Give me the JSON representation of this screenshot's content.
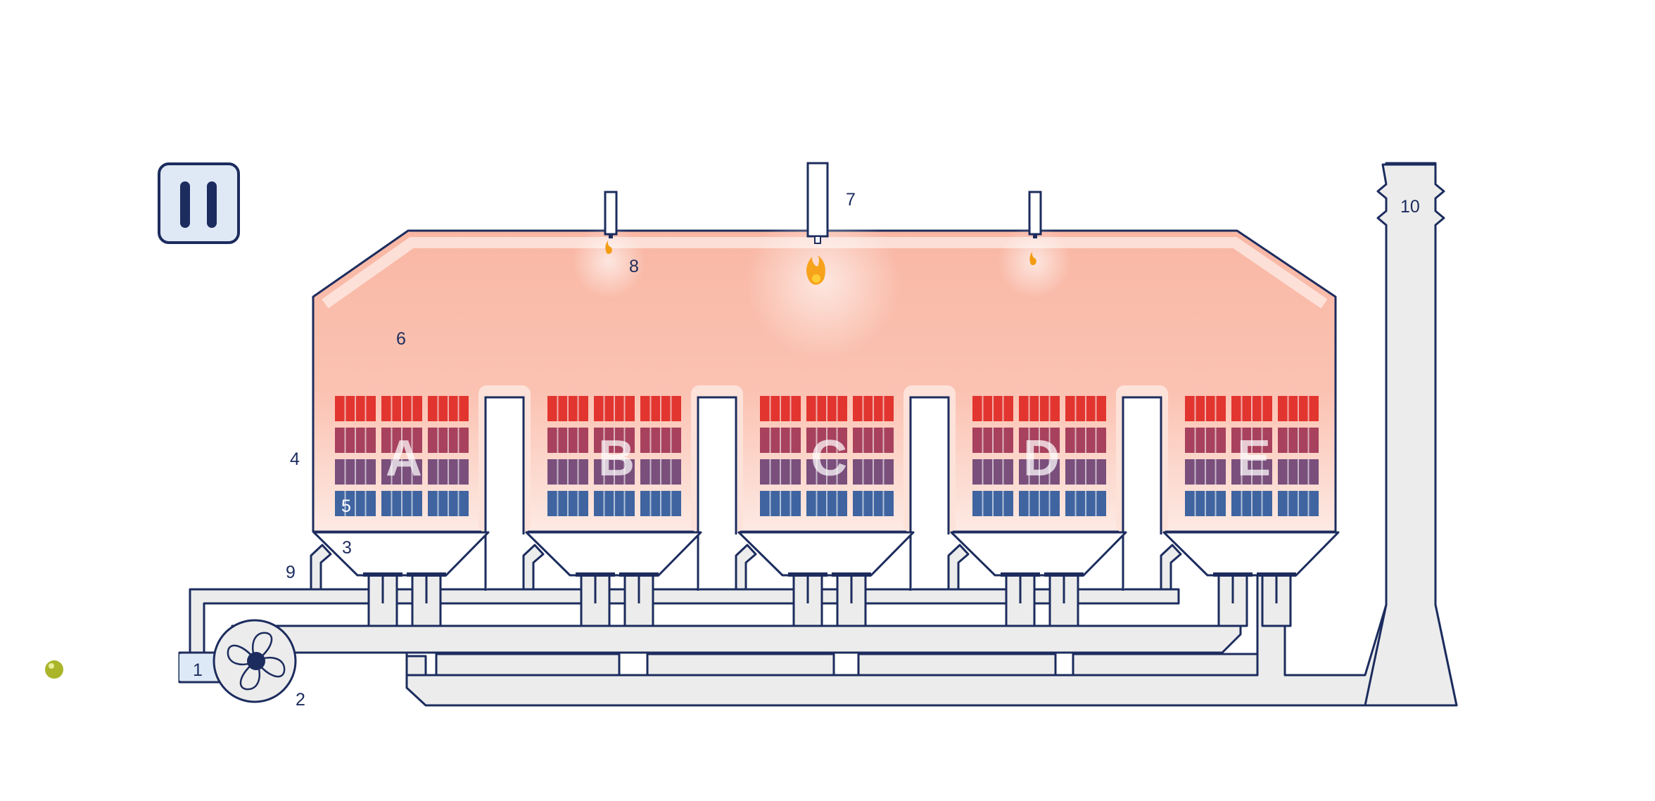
{
  "controls": {
    "pause_icon": "pause-icon",
    "status_dot_color": "#aab52a"
  },
  "colors": {
    "outline": "#1c2c5e",
    "pipe_fill": "#ececec",
    "chamber_hot": "#f9b9a6",
    "media_hot": "#e2352f",
    "media_cold": "#3f64a0",
    "flame": "#f39c12"
  },
  "labels": {
    "n1": "1",
    "n2": "2",
    "n3": "3",
    "n4": "4",
    "n5": "5",
    "n6": "6",
    "n7": "7",
    "n8": "8",
    "n9": "9",
    "n10": "10"
  },
  "chambers": [
    {
      "letter": "A"
    },
    {
      "letter": "B"
    },
    {
      "letter": "C"
    },
    {
      "letter": "D"
    },
    {
      "letter": "E"
    }
  ],
  "burners": [
    {
      "name": "burner-left",
      "flame": "small"
    },
    {
      "name": "burner-center",
      "flame": "large"
    },
    {
      "name": "burner-right",
      "flame": "small"
    }
  ]
}
